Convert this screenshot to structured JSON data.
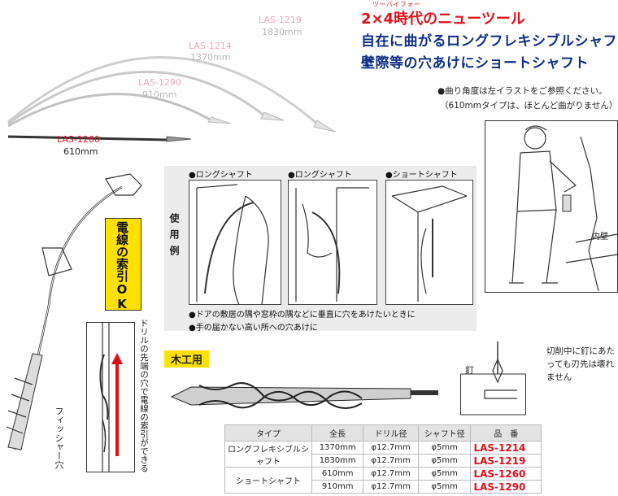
{
  "header": {
    "ruby": "ツーバイフォー",
    "title1": "2×4時代のニューツール",
    "title2": "自在に曲がるロングフレキシブルシャフト",
    "title3": "壁際等の穴あけにショートシャフト",
    "note1": "●曲り角度は左イラストをご参照ください。",
    "note2": "（610mmタイプは、ほとんど曲がりません）"
  },
  "shafts": [
    {
      "code": "LAS-1219",
      "length": "1830mm"
    },
    {
      "code": "LAS-1214",
      "length": "1370mm"
    },
    {
      "code": "LAS-1290",
      "length": "910mm"
    },
    {
      "code": "LAS-1260",
      "length": "610mm"
    }
  ],
  "usage": {
    "side_label": "使用例",
    "panel1": "●ロングシャフト",
    "panel2": "●ロングシャフト",
    "panel3": "●ショートシャフト",
    "caption1": "●ドアの敷居の隅や窓枠の隅などに垂直に穴をあけたいときに",
    "caption2": "●手の届かない高い所への穴あけに"
  },
  "wall_label": "内壁",
  "cable_box": "電線の索引OK",
  "cable_note": "ドリルの先端の穴で電線の索引ができる",
  "fisher_label": "フィッシャー穴",
  "woodwork_label": "木工用",
  "nail": {
    "label": "釘",
    "note": "切削中に釘にあたっても刃先は壊れません"
  },
  "table": {
    "headers": [
      "タイプ",
      "全長",
      "ドリル径",
      "シャフト径",
      "品　番"
    ],
    "groups": [
      {
        "type": "ロングフレキシブルシャフト",
        "rows": [
          {
            "length": "1370mm",
            "drill": "φ12.7mm",
            "shaft": "φ5mm",
            "code": "LAS-1214"
          },
          {
            "length": "1830mm",
            "drill": "φ12.7mm",
            "shaft": "φ5mm",
            "code": "LAS-1219"
          }
        ]
      },
      {
        "type": "ショートシャフト",
        "rows": [
          {
            "length": "610mm",
            "drill": "φ12.7mm",
            "shaft": "φ5mm",
            "code": "LAS-1260"
          },
          {
            "length": "910mm",
            "drill": "φ12.7mm",
            "shaft": "φ5mm",
            "code": "LAS-1290"
          }
        ]
      }
    ]
  },
  "colors": {
    "accent_red": "#e0101a",
    "title_blue": "#0e2f86",
    "box_yellow": "#ffe100"
  }
}
